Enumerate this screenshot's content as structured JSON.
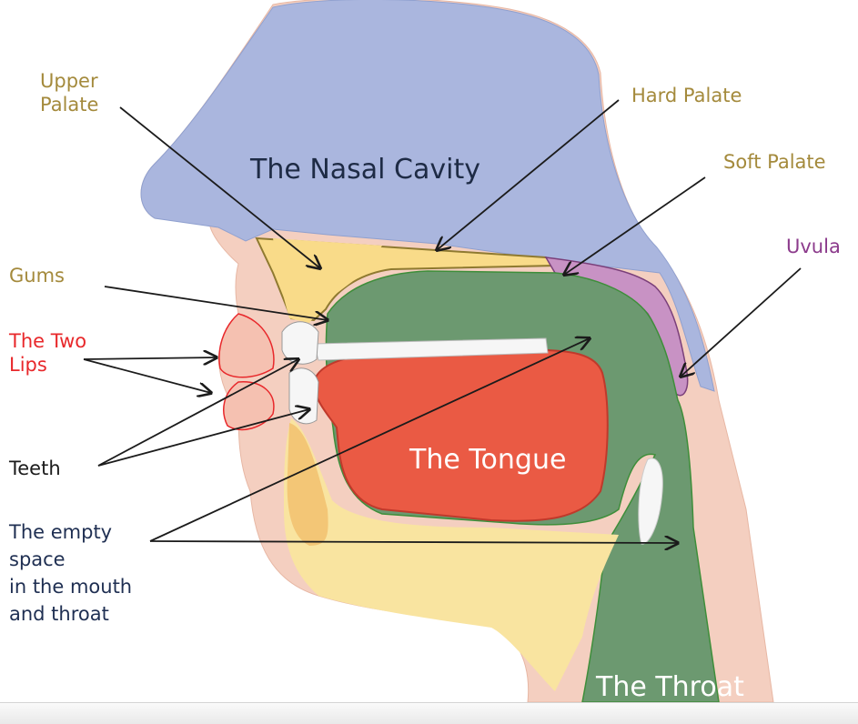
{
  "colors": {
    "nasal_cavity": "#aab6de",
    "palate": "#f9db89",
    "soft_palate": "#c892c4",
    "mouth_space": "#6c9970",
    "tongue": "#ea5a44",
    "skin": "#f4cfc0",
    "teeth": "#f6f6f6",
    "outline": "#8f7a30",
    "label_gold": "#a48a3c",
    "label_purple": "#8c3b8c",
    "label_red": "#e8282b",
    "label_navy": "#1f2f52",
    "label_black": "#1b1b1b",
    "inner_dark": "#1e2b45",
    "inner_white": "#ffffff"
  },
  "labels": {
    "upper_palate": "Upper\nPalate",
    "hard_palate": "Hard Palate",
    "soft_palate": "Soft Palate",
    "uvula": "Uvula",
    "gums": "Gums",
    "two_lips": "The Two\nLips",
    "teeth": "Teeth",
    "empty_space": "The empty\nspace\nin the mouth\nand throat"
  },
  "regions": {
    "nasal_cavity": "The Nasal Cavity",
    "tongue": "The Tongue",
    "throat": "The Throat"
  }
}
